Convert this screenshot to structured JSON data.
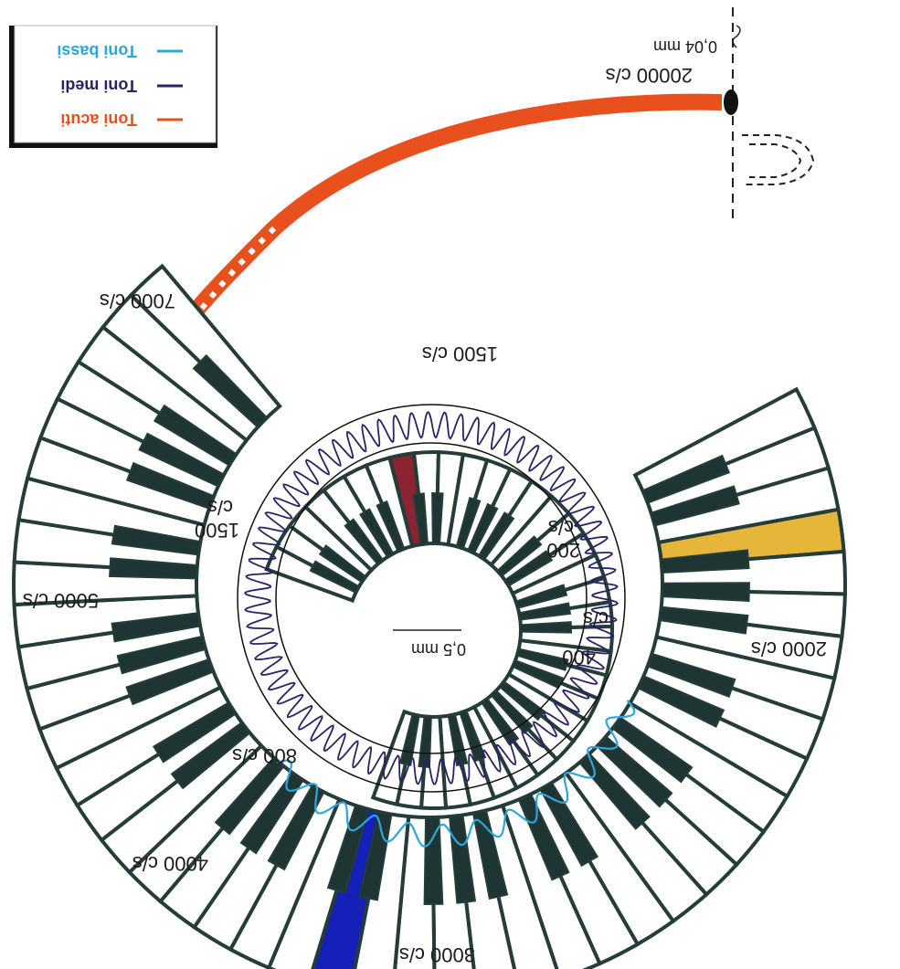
{
  "legend": {
    "items": [
      {
        "label": "Toni acuti",
        "color": "#e8501e"
      },
      {
        "label": "Toni medi",
        "color": "#2a2266"
      },
      {
        "label": "Toni bassi",
        "color": "#2aa7df"
      }
    ]
  },
  "labels": {
    "f20000": "20000 c/s",
    "m004": "0,04 mm",
    "f7000": "7000 c/s",
    "f1500a": "1500 c/s",
    "f1500b": "1500",
    "f1500c": "c/s",
    "f200a": "200",
    "f200b": "c/s",
    "f400a": "400",
    "f400b": "c/s",
    "m05": "0,5 mm",
    "f2000": "2000 c/s",
    "f5000": "5000 c/s",
    "f800": "800 c/s",
    "f4000": "4000 c/s",
    "f3000": "3000 c/s"
  },
  "colors": {
    "keyOutline": "#243c3a",
    "blackKey": "#1f3533",
    "treble": "#e8501e",
    "middle": "#2a2266",
    "bass": "#2aa7df",
    "yellowKey": "#e6b63a",
    "blueKey": "#1420b8",
    "maroonKey": "#8a2433"
  }
}
